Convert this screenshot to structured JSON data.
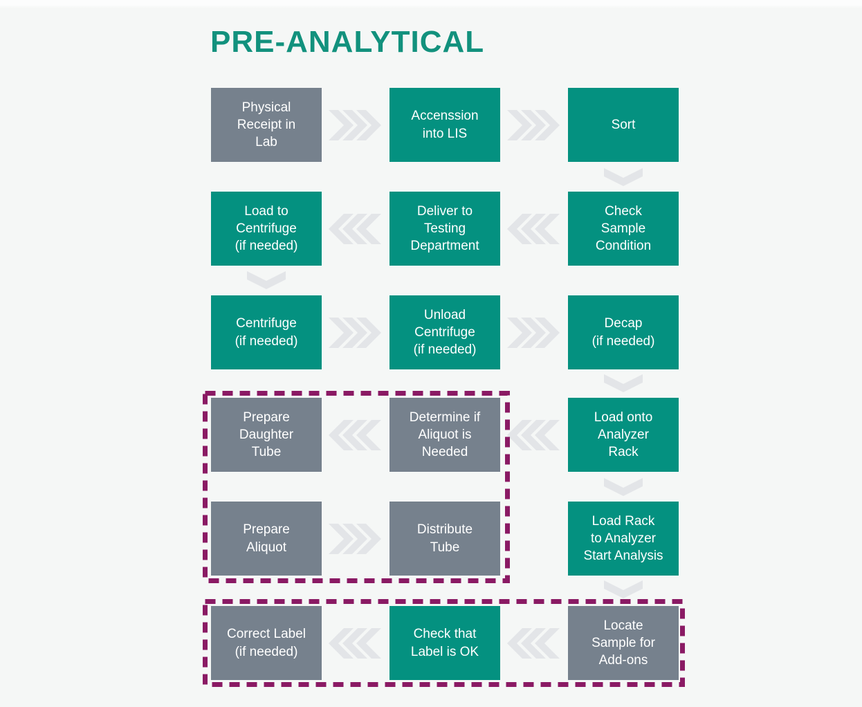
{
  "title": "PRE-ANALYTICAL",
  "palette": {
    "background": "#f5f7f6",
    "teal": "#049180",
    "slate": "#76818d",
    "arrow": "#e3e5e8",
    "highlight": "#8a1a64",
    "text": "#ffffff",
    "title": "#12917d"
  },
  "boxes": [
    {
      "id": "physical-receipt-in-lab",
      "label": "Physical\nReceipt in\nLab",
      "style": "slate"
    },
    {
      "id": "accenssion-into-lis",
      "label": "Accenssion\ninto LIS",
      "style": "teal"
    },
    {
      "id": "sort",
      "label": "Sort",
      "style": "teal"
    },
    {
      "id": "load-to-centrifuge",
      "label": "Load to\nCentrifuge\n(if needed)",
      "style": "teal"
    },
    {
      "id": "deliver-to-testing-department",
      "label": "Deliver to\nTesting\nDepartment",
      "style": "teal"
    },
    {
      "id": "check-sample-condition",
      "label": "Check\nSample\nCondition",
      "style": "teal"
    },
    {
      "id": "centrifuge",
      "label": "Centrifuge\n(if needed)",
      "style": "teal"
    },
    {
      "id": "unload-centrifuge",
      "label": "Unload\nCentrifuge\n(if needed)",
      "style": "teal"
    },
    {
      "id": "decap",
      "label": "Decap\n(if needed)",
      "style": "teal"
    },
    {
      "id": "prepare-daughter-tube",
      "label": "Prepare\nDaughter\nTube",
      "style": "slate"
    },
    {
      "id": "determine-if-aliquot-is-needed",
      "label": "Determine if\nAliquot is\nNeeded",
      "style": "slate"
    },
    {
      "id": "load-onto-analyzer-rack",
      "label": "Load onto\nAnalyzer\nRack",
      "style": "teal"
    },
    {
      "id": "prepare-aliquot",
      "label": "Prepare\nAliquot",
      "style": "slate"
    },
    {
      "id": "distribute-tube",
      "label": "Distribute\nTube",
      "style": "slate"
    },
    {
      "id": "load-rack-to-analyzer",
      "label": "Load Rack\nto Analyzer\nStart Analysis",
      "style": "teal"
    },
    {
      "id": "correct-label",
      "label": "Correct Label\n(if needed)",
      "style": "slate"
    },
    {
      "id": "check-that-label-is-ok",
      "label": "Check that\nLabel is OK",
      "style": "teal"
    },
    {
      "id": "locate-sample-for-add-ons",
      "label": "Locate\nSample for\nAdd-ons",
      "style": "slate"
    }
  ],
  "arrows": [
    {
      "from": "physical-receipt-in-lab",
      "to": "accenssion-into-lis",
      "direction": "right"
    },
    {
      "from": "accenssion-into-lis",
      "to": "sort",
      "direction": "right"
    },
    {
      "from": "sort",
      "to": "check-sample-condition",
      "direction": "down"
    },
    {
      "from": "check-sample-condition",
      "to": "deliver-to-testing-department",
      "direction": "left"
    },
    {
      "from": "deliver-to-testing-department",
      "to": "load-to-centrifuge",
      "direction": "left"
    },
    {
      "from": "load-to-centrifuge",
      "to": "centrifuge",
      "direction": "down"
    },
    {
      "from": "centrifuge",
      "to": "unload-centrifuge",
      "direction": "right"
    },
    {
      "from": "unload-centrifuge",
      "to": "decap",
      "direction": "right"
    },
    {
      "from": "decap",
      "to": "load-onto-analyzer-rack",
      "direction": "down"
    },
    {
      "from": "load-onto-analyzer-rack",
      "to": "determine-if-aliquot-is-needed",
      "direction": "left"
    },
    {
      "from": "determine-if-aliquot-is-needed",
      "to": "prepare-daughter-tube",
      "direction": "left"
    },
    {
      "from": "prepare-aliquot",
      "to": "distribute-tube",
      "direction": "right"
    },
    {
      "from": "load-onto-analyzer-rack",
      "to": "load-rack-to-analyzer",
      "direction": "down"
    },
    {
      "from": "load-rack-to-analyzer",
      "to": "locate-sample-for-add-ons",
      "direction": "down"
    },
    {
      "from": "locate-sample-for-add-ons",
      "to": "check-that-label-is-ok",
      "direction": "left"
    },
    {
      "from": "check-that-label-is-ok",
      "to": "correct-label",
      "direction": "left"
    }
  ],
  "highlight_groups": [
    {
      "id": "aliquot-group",
      "members": [
        "prepare-daughter-tube",
        "determine-if-aliquot-is-needed",
        "prepare-aliquot",
        "distribute-tube"
      ]
    },
    {
      "id": "add-on-group",
      "members": [
        "correct-label",
        "check-that-label-is-ok",
        "locate-sample-for-add-ons"
      ]
    }
  ]
}
